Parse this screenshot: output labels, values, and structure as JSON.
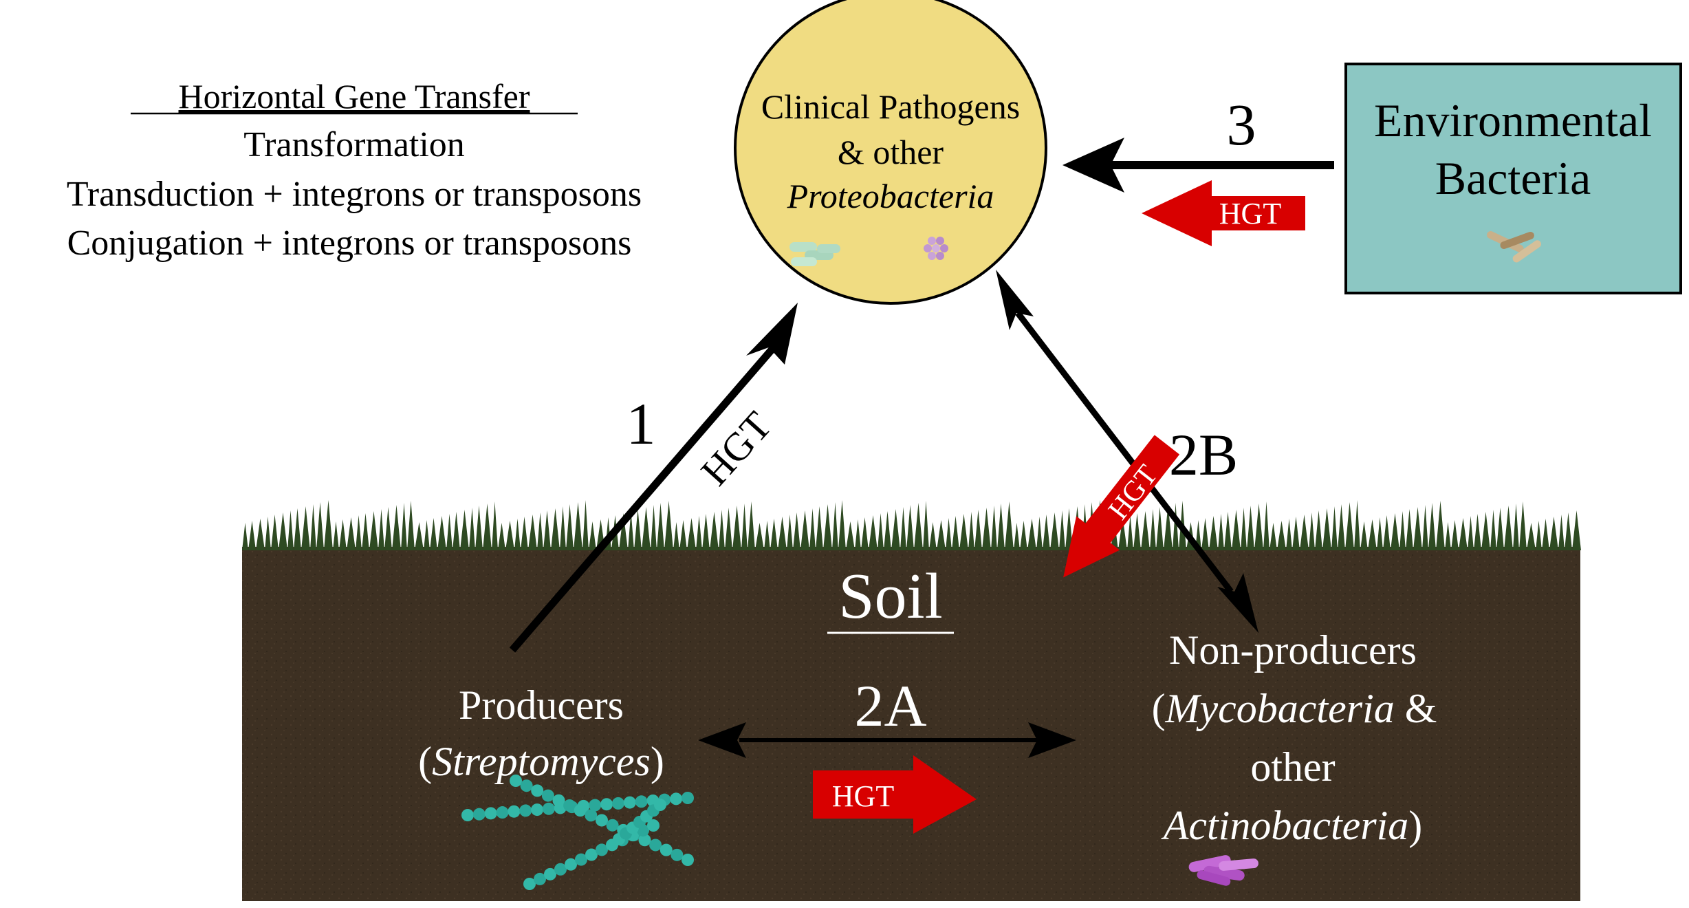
{
  "legend": {
    "title": "Horizontal Gene Transfer",
    "lines": [
      "Transformation",
      "Transduction + integrons or transposons",
      "Conjugation + integrons or transposons"
    ]
  },
  "clinical": {
    "line1": "Clinical Pathogens",
    "line2": "& other",
    "line3": "Proteobacteria"
  },
  "environmental": {
    "line1": "Environmental",
    "line2": "Bacteria"
  },
  "soil_label": "Soil",
  "producers": {
    "line1": "Producers",
    "open": "(",
    "genus": "Streptomyces",
    "close": ")"
  },
  "nonproducers": {
    "line1": "Non-producers",
    "line2_open": "(",
    "line2_genus": "Mycobacteria",
    "line2_amp": " &",
    "line3": "other",
    "line4_genus": "Actinobacteria",
    "line4_close": ")"
  },
  "routes": {
    "r1": "1",
    "r2a": "2A",
    "r2b": "2B",
    "r3": "3"
  },
  "hgt_label": "HGT",
  "colors": {
    "circle_fill": "#f0dc82",
    "env_box_fill": "#8cc7c3",
    "soil": "#3d3022",
    "grass": "#2e4a22",
    "hgt_red": "#d80000",
    "text_dark": "#000000",
    "text_light": "#ffffff"
  }
}
